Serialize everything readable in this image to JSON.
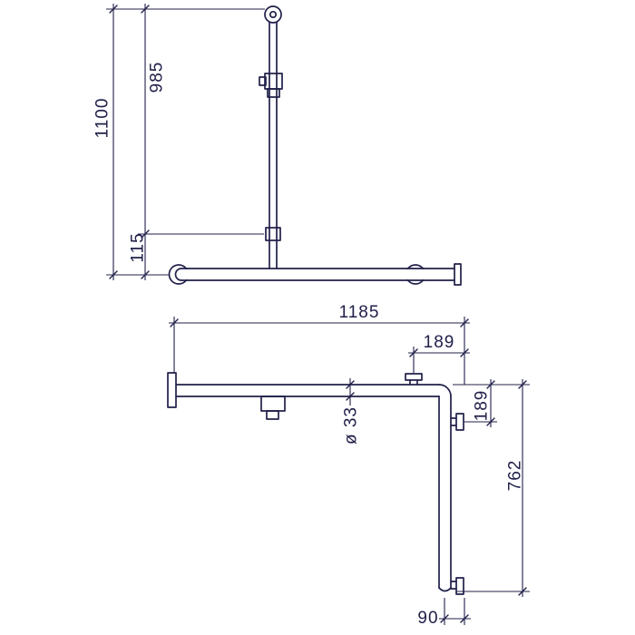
{
  "drawing": {
    "kind": "technical-dimension-drawing",
    "line_color": "#20204a",
    "background_color": "#ffffff",
    "front_view": {
      "total_height": "1100",
      "upper_span": "985",
      "lower_span": "115"
    },
    "plan_view": {
      "overall_width": "1185",
      "corner_offset": "189",
      "wall_offset": "189",
      "tube_diameter": "ø 33",
      "vertical_length": "762",
      "end_clearance": "90"
    }
  }
}
